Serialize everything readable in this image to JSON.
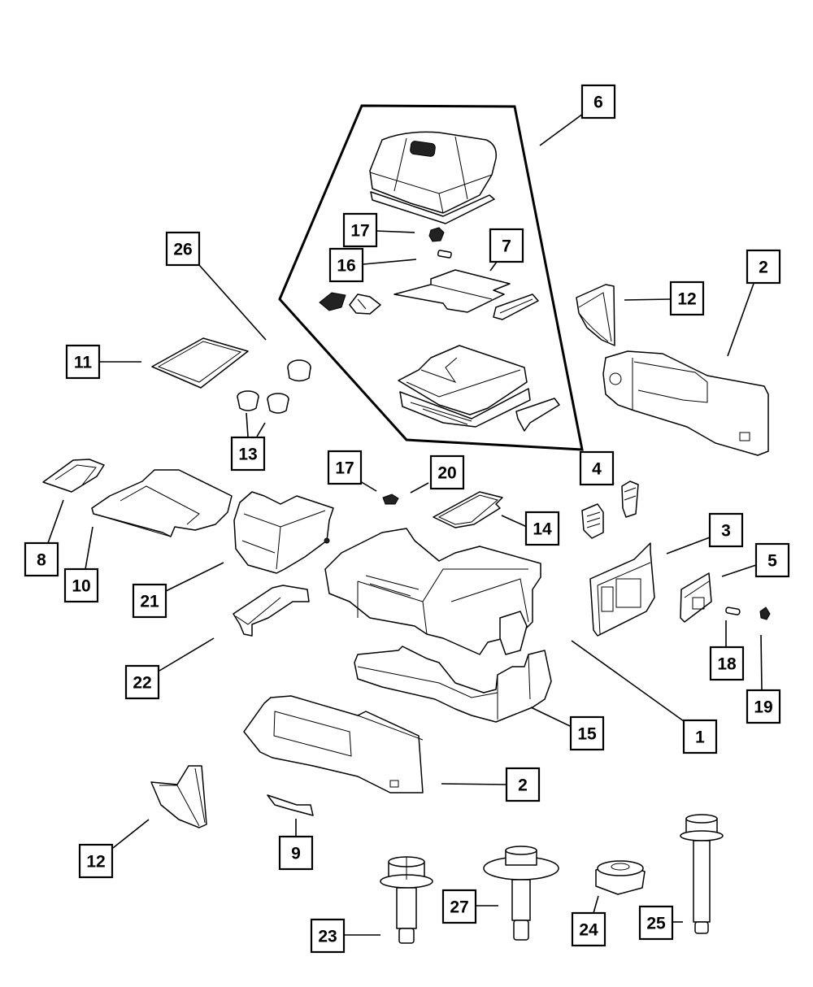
{
  "diagram": {
    "title": "Center Console Exploded Parts Diagram",
    "group_label": "6",
    "callouts": [
      {
        "id": "c6",
        "label": "6"
      },
      {
        "id": "c17a",
        "label": "17"
      },
      {
        "id": "c16",
        "label": "16"
      },
      {
        "id": "c7",
        "label": "7"
      },
      {
        "id": "c26",
        "label": "26"
      },
      {
        "id": "c11",
        "label": "11"
      },
      {
        "id": "c13",
        "label": "13"
      },
      {
        "id": "c12a",
        "label": "12"
      },
      {
        "id": "c2a",
        "label": "2"
      },
      {
        "id": "c17b",
        "label": "17"
      },
      {
        "id": "c20",
        "label": "20"
      },
      {
        "id": "c4",
        "label": "4"
      },
      {
        "id": "c14",
        "label": "14"
      },
      {
        "id": "c8",
        "label": "8"
      },
      {
        "id": "c10",
        "label": "10"
      },
      {
        "id": "c21",
        "label": "21"
      },
      {
        "id": "c3",
        "label": "3"
      },
      {
        "id": "c5",
        "label": "5"
      },
      {
        "id": "c22",
        "label": "22"
      },
      {
        "id": "c18",
        "label": "18"
      },
      {
        "id": "c19",
        "label": "19"
      },
      {
        "id": "c1",
        "label": "1"
      },
      {
        "id": "c15",
        "label": "15"
      },
      {
        "id": "c2b",
        "label": "2"
      },
      {
        "id": "c12b",
        "label": "12"
      },
      {
        "id": "c9",
        "label": "9"
      },
      {
        "id": "c27",
        "label": "27"
      },
      {
        "id": "c24",
        "label": "24"
      },
      {
        "id": "c25",
        "label": "25"
      },
      {
        "id": "c23",
        "label": "23"
      }
    ]
  }
}
